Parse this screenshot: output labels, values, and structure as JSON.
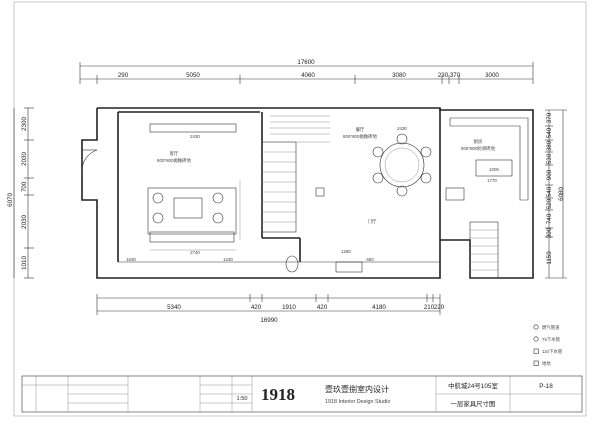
{
  "plan": {
    "dims_top_total": "17600",
    "dims_top": [
      "290",
      "5050",
      "4060",
      "3080",
      "230",
      "370",
      "3000"
    ],
    "dims_bottom": [
      "5340",
      "420",
      "1910",
      "420",
      "4180",
      "210",
      "220"
    ],
    "dims_bottom_total": "16990",
    "dims_left_total": "6070",
    "dims_left": [
      "2300",
      "2030",
      "700",
      "2030",
      "1010"
    ],
    "dims_right_total": "6080",
    "dims_right": [
      "370",
      "540",
      "380",
      "530",
      "900",
      "540",
      "520",
      "740",
      "300",
      "1150"
    ],
    "rooms": [
      {
        "name": "客厅",
        "tile": "800*800抛釉砖地"
      },
      {
        "name": "餐厅",
        "tile": "800*800抛釉砖地"
      },
      {
        "name": "厨房",
        "tile": "800*800防滑砖地"
      },
      {
        "name": "门厅",
        "tile": ""
      }
    ],
    "furniture_dims": [
      "2430",
      "2740",
      "1280",
      "2430",
      "1770",
      "1000",
      "1630",
      "1230",
      "650"
    ]
  },
  "legend": {
    "items": [
      "燃气管道",
      "75下水管",
      "110下水管",
      "地坑"
    ]
  },
  "title_block": {
    "logo": "1918",
    "firm_cn": "壹玖壹捌室内设计",
    "firm_en": "1918 Interior Design Studio",
    "project": "中航城24号105室",
    "drawing": "一层家具尺寸图",
    "scale": "1:50",
    "page": "P-18"
  }
}
